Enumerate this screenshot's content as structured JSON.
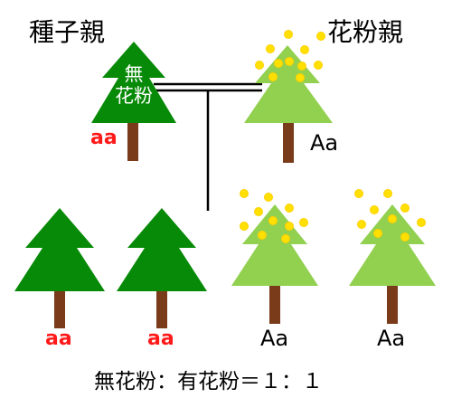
{
  "labels": {
    "seed_parent": "種子親",
    "pollen_parent": "花粉親",
    "no_pollen_line1": "無",
    "no_pollen_line2": "花粉",
    "ratio": "無花粉：有花粉＝１：１"
  },
  "genotypes": {
    "seed_parent": "aa",
    "pollen_parent": "Aa",
    "offspring": [
      "aa",
      "aa",
      "Aa",
      "Aa"
    ]
  },
  "colors": {
    "no_pollen_tree": "#078a07",
    "pollen_tree": "#92d050",
    "trunk": "#7a3b1a",
    "pollen": "#ffe000",
    "recessive_label": "#ff1a1a"
  }
}
